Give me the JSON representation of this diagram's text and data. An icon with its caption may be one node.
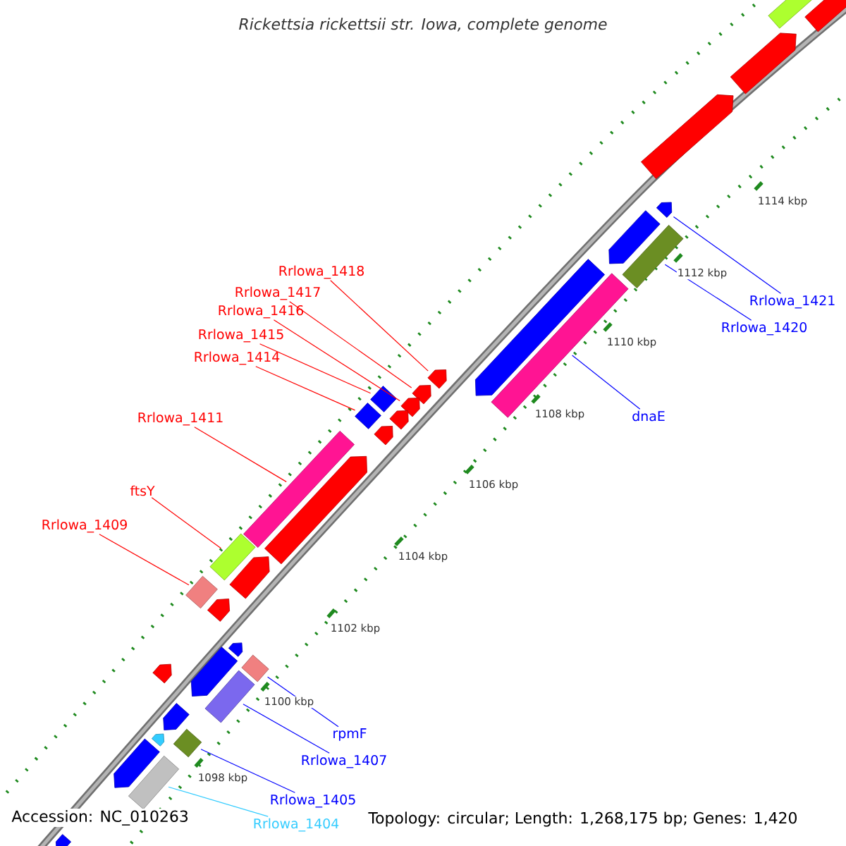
{
  "diagram": {
    "title": "Rickettsia rickettsii str. Iowa, complete genome",
    "nodes": [
      {
        "text": [
          "Rrlowa_1418"
        ]
      },
      {
        "text": [
          "Rrlowa_1417"
        ]
      },
      {
        "text": [
          "Rrlowa_1421"
        ]
      },
      {
        "text": [
          "Rrlowa_1416"
        ]
      },
      {
        "text": [
          "Rrlowa_1420"
        ]
      },
      {
        "text": [
          "Rrlowa_1415"
        ]
      },
      {
        "text": [
          "Rrlowa_1414"
        ]
      },
      {
        "text": [
          "dnaE"
        ]
      },
      {
        "text": [
          "Rrlowa_1411"
        ]
      },
      {
        "text": [
          "ftsY"
        ]
      },
      {
        "text": [
          "Rrlowa_1409"
        ]
      },
      {
        "text": [
          "rpmF"
        ]
      },
      {
        "text": [
          "Rrlowa_1407"
        ]
      },
      {
        "text": [
          "Rrlowa_1405"
        ]
      },
      {
        "text": [
          "Rrlowa_1404"
        ]
      },
      {
        "text": [],
        "shape": "arrow"
      },
      {
        "text": [],
        "shape": "box"
      },
      {
        "text": [],
        "shape": "box"
      },
      {
        "text": [],
        "shape": "arrow"
      },
      {
        "text": [],
        "shape": "arrow"
      },
      {
        "text": [],
        "shape": "diamond"
      },
      {
        "text": [],
        "shape": "arrow"
      },
      {
        "text": [],
        "shape": "diamond"
      },
      {
        "text": [],
        "shape": "box"
      },
      {
        "text": [],
        "shape": "box"
      },
      {
        "text": [],
        "shape": "box"
      },
      {
        "text": [],
        "shape": "diamond"
      },
      {
        "text": [],
        "shape": "box"
      },
      {
        "text": [],
        "shape": "diamond"
      },
      {
        "text": [],
        "shape": "box"
      },
      {
        "text": [],
        "shape": "arrow"
      },
      {
        "text": [],
        "shape": "arrow"
      },
      {
        "text": [],
        "shape": "arrow"
      },
      {
        "text": [],
        "shape": "box"
      },
      {
        "text": [],
        "shape": "arrow"
      },
      {
        "text": [],
        "shape": "arrow"
      },
      {
        "text": [],
        "shape": "arrow"
      },
      {
        "text": [],
        "shape": "arrow"
      },
      {
        "text": [],
        "shape": "arrow"
      },
      {
        "text": [],
        "shape": "arrow"
      },
      {
        "text": [],
        "shape": "arrow"
      },
      {
        "text": [],
        "shape": "arrow"
      },
      {
        "text": [],
        "shape": "arrow"
      },
      {
        "text": [],
        "shape": "arrow"
      },
      {
        "text": [],
        "shape": "arrow"
      },
      {
        "text": [],
        "shape": "arrow"
      },
      {
        "text": [],
        "shape": "arrow"
      },
      {
        "text": [],
        "shape": "arrow"
      }
    ],
    "edges": [
      {
        "from": 0,
        "to": 18,
        "arrow": "none"
      },
      {
        "from": 1,
        "to": 19,
        "arrow": "none"
      },
      {
        "from": 2,
        "to": 15,
        "arrow": "none",
        "color": "#0000ff"
      },
      {
        "from": 3,
        "to": 21,
        "arrow": "none"
      },
      {
        "from": 4,
        "to": 16,
        "arrow": "none",
        "color": "#0000ff"
      },
      {
        "from": 5,
        "to": 20,
        "arrow": "none"
      },
      {
        "from": 6,
        "to": 22,
        "arrow": "none"
      },
      {
        "from": 7,
        "to": 17,
        "arrow": "none",
        "color": "#0000ff"
      },
      {
        "from": 8,
        "to": 23,
        "arrow": "none"
      },
      {
        "from": 9,
        "to": 24,
        "arrow": "none"
      },
      {
        "from": 10,
        "to": 25,
        "arrow": "none"
      },
      {
        "from": 11,
        "to": 26,
        "arrow": "none",
        "color": "#0000ff"
      },
      {
        "from": 12,
        "to": 27,
        "arrow": "none",
        "color": "#0000ff"
      },
      {
        "from": 13,
        "to": 28,
        "arrow": "none",
        "color": "#0000ff"
      },
      {
        "from": 14,
        "to": 29,
        "arrow": "none",
        "color": "#33ccff"
      }
    ],
    "labels": [
      "1114 kbp",
      "1112 kbp",
      "1110 kbp",
      "1108 kbp",
      "1106 kbp",
      "1104 kbp",
      "1102 kbp",
      "1100 kbp",
      "1098 kbp",
      "Accession: NC_010263",
      "Topology: circular; Length: 1,268,175 bp; Genes: 1,420"
    ]
  }
}
